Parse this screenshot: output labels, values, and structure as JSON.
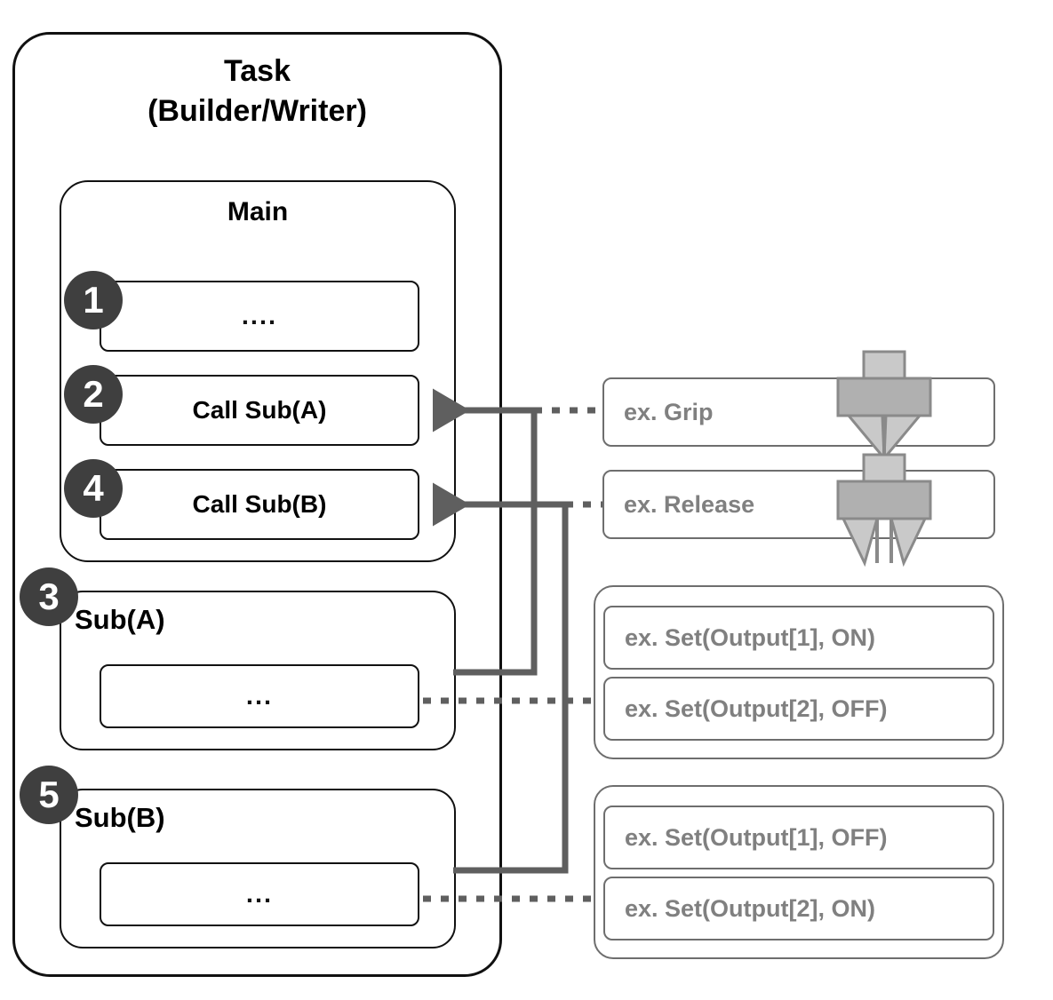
{
  "diagram": {
    "title_line1": "Task",
    "title_line2": "(Builder/Writer)",
    "main_label": "Main",
    "ellipsis_long": "....",
    "ellipsis_short": "...",
    "sub_a_label": "Sub(A)",
    "sub_b_label": "Sub(B)",
    "steps": [
      {
        "number": "1",
        "text": "...."
      },
      {
        "number": "2",
        "text": "Call Sub(A)"
      },
      {
        "number": "3",
        "text": "Sub(A)"
      },
      {
        "number": "4",
        "text": "Call Sub(B)"
      },
      {
        "number": "5",
        "text": "Sub(B)"
      }
    ],
    "main_statements": [
      {
        "badge": "1",
        "label": "...."
      },
      {
        "badge": "2",
        "label": "Call Sub(A)"
      },
      {
        "badge": "4",
        "label": "Call Sub(B)"
      }
    ],
    "examples": {
      "grip": "ex. Grip",
      "release": "ex. Release",
      "sub_a_outputs": [
        "ex. Set(Output[1], ON)",
        "ex. Set(Output[2], OFF)"
      ],
      "sub_b_outputs": [
        "ex. Set(Output[1], OFF)",
        "ex. Set(Output[2], ON)"
      ]
    },
    "colors": {
      "outline_black": "#111111",
      "outline_gray": "#6e6e6e",
      "badge_fill": "#3f3f3f",
      "badge_text": "#ffffff",
      "example_text": "#808080",
      "connector": "#5f5f5f",
      "gripper_light": "#c9c9c9",
      "gripper_mid": "#b0b0b0",
      "gripper_stroke": "#8a8a8a"
    }
  }
}
